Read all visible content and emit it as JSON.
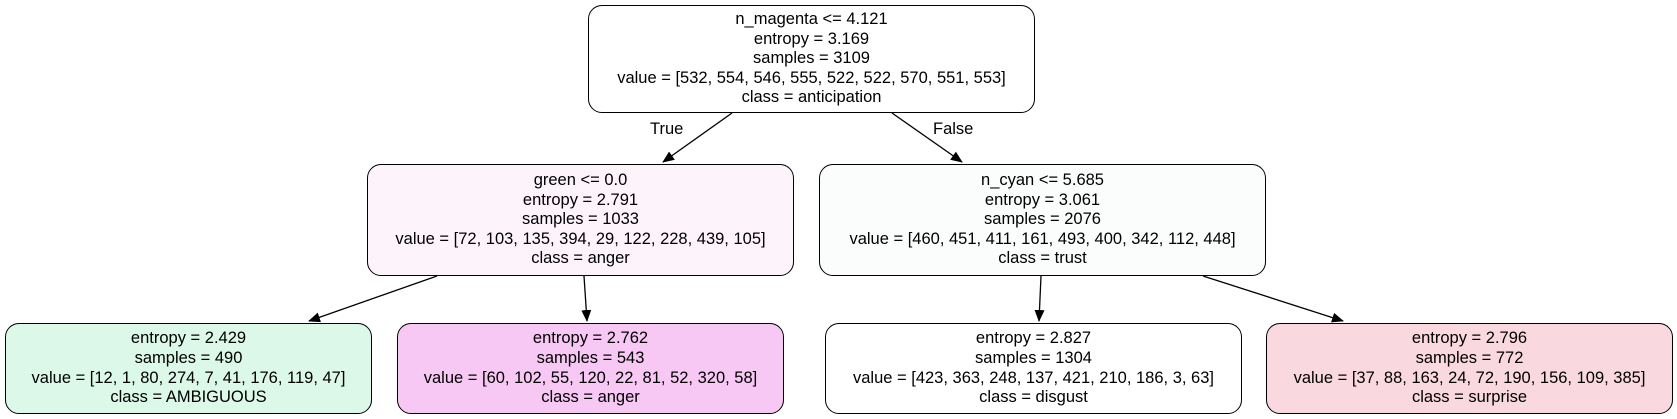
{
  "tree": {
    "nodes": [
      {
        "id": "root",
        "split": "n_magenta <= 4.121",
        "entropy": "entropy = 3.169",
        "samples": "samples = 3109",
        "value": "value = [532, 554, 546, 555, 522, 522, 570, 551, 553]",
        "class": "class = anticipation",
        "color": "#ffffff"
      },
      {
        "id": "left",
        "split": "green <= 0.0",
        "entropy": "entropy = 2.791",
        "samples": "samples = 1033",
        "value": "value = [72, 103, 135, 394, 29, 122, 228, 439, 105]",
        "class": "class = anger",
        "color": "#fdf4fb"
      },
      {
        "id": "right",
        "split": "n_cyan <= 5.685",
        "entropy": "entropy = 3.061",
        "samples": "samples = 2076",
        "value": "value = [460, 451, 411, 161, 493, 400, 342, 112, 448]",
        "class": "class = trust",
        "color": "#fbfdfc"
      },
      {
        "id": "left-left",
        "entropy": "entropy = 2.429",
        "samples": "samples = 490",
        "value": "value = [12, 1, 80, 274, 7, 41, 176, 119, 47]",
        "class": "class = AMBIGUOUS",
        "color": "#dcf8e9"
      },
      {
        "id": "left-right",
        "entropy": "entropy = 2.762",
        "samples": "samples = 543",
        "value": "value = [60, 102, 55, 120, 22, 81, 52, 320, 58]",
        "class": "class = anger",
        "color": "#f7c8f4"
      },
      {
        "id": "right-left",
        "entropy": "entropy = 2.827",
        "samples": "samples = 1304",
        "value": "value = [423, 363, 248, 137, 421, 210, 186, 3, 63]",
        "class": "class = disgust",
        "color": "#ffffff"
      },
      {
        "id": "right-right",
        "entropy": "entropy = 2.796",
        "samples": "samples = 772",
        "value": "value = [37, 88, 163, 24, 72, 190, 156, 109, 385]",
        "class": "class = surprise",
        "color": "#f9d9df"
      }
    ],
    "edge_labels": {
      "true": "True",
      "false": "False"
    },
    "edge_color": "#000000"
  }
}
